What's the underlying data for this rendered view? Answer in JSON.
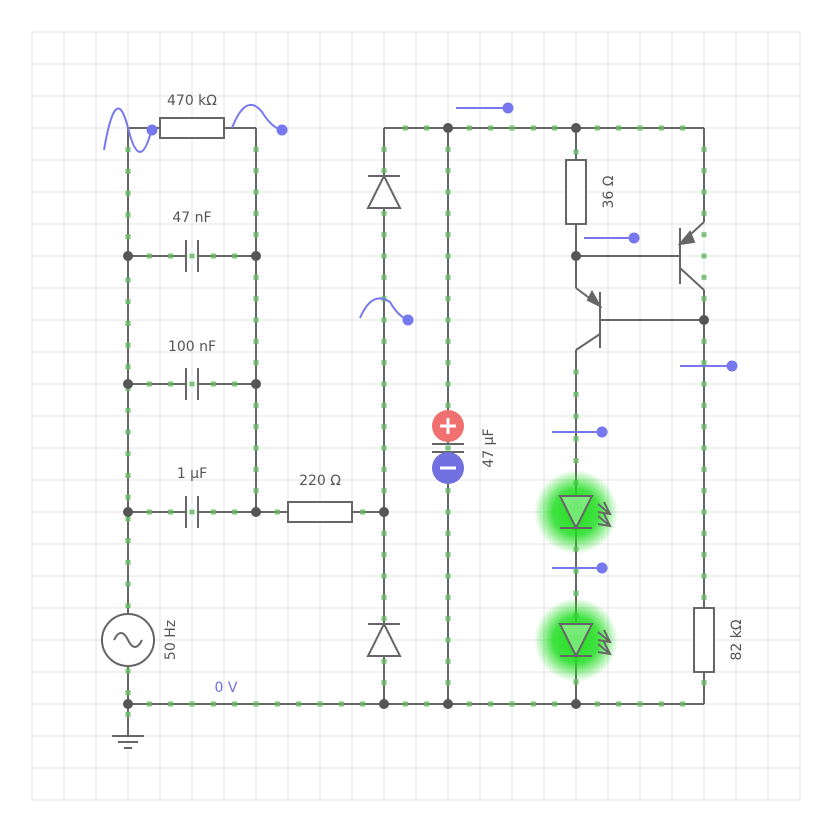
{
  "colors": {
    "wire": "#666666",
    "current_dot": "#66bb66",
    "probe": "#7777ee",
    "led_glow": "#22dd22",
    "cap_positive": "#f07070",
    "cap_negative": "#7070e0",
    "grid": "#e3e3e3",
    "node": "#555555"
  },
  "components": {
    "r_470k": "470 kΩ",
    "c_47n": "47 nF",
    "c_100n": "100 nF",
    "c_1u": "1 μF",
    "r_220": "220 Ω",
    "c_47u": "47 μF",
    "r_36": "36 Ω",
    "r_82k": "82 kΩ",
    "source_freq": "50 Hz",
    "ground_label": "0 V"
  },
  "icons": {
    "ac_source": "ac-source-icon",
    "ground": "ground-icon",
    "diode": "diode-icon",
    "led": "led-icon",
    "transistor": "pnp-transistor-icon",
    "probe": "probe-icon",
    "polarized_cap": "polarized-capacitor-icon"
  }
}
